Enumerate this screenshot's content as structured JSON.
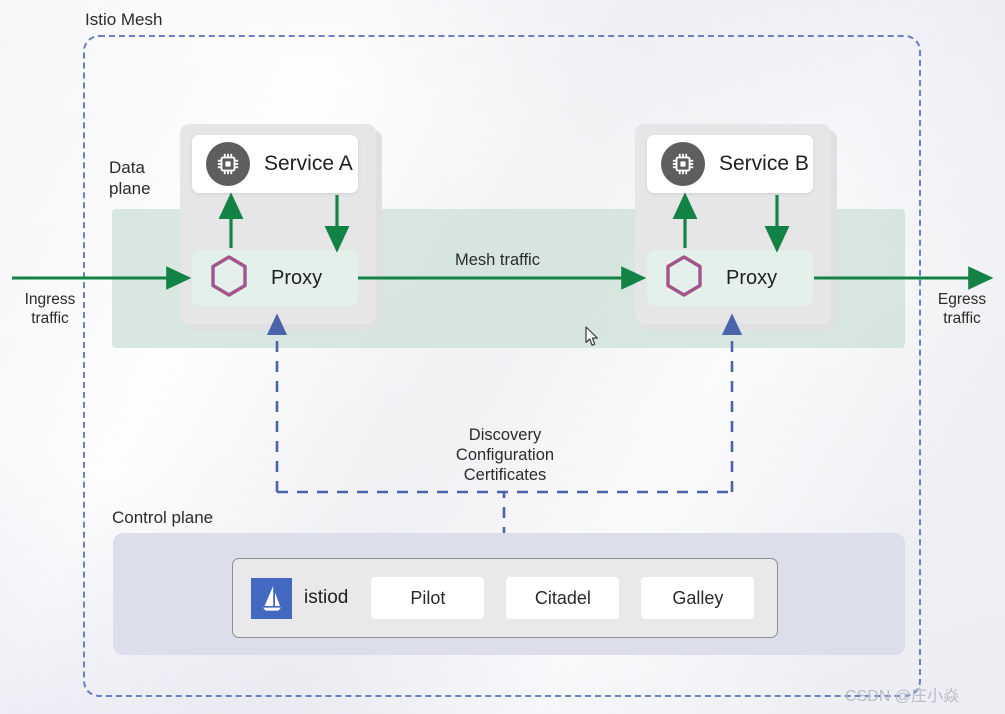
{
  "diagram": {
    "title": "Istio Mesh",
    "mesh_label": "Istio Mesh",
    "data_plane_label": "Data\nplane",
    "control_plane_label": "Control plane",
    "ingress_label": "Ingress\ntraffic",
    "egress_label": "Egress\ntraffic",
    "mesh_traffic_label": "Mesh traffic",
    "xds_label": "Discovery\nConfiguration\nCertificates"
  },
  "services": [
    {
      "name": "Service A",
      "icon": "chip-icon",
      "proxy_label": "Proxy",
      "proxy_icon": "hexagon-icon"
    },
    {
      "name": "Service B",
      "icon": "chip-icon",
      "proxy_label": "Proxy",
      "proxy_icon": "hexagon-icon"
    }
  ],
  "control_plane": {
    "istiod_label": "istiod",
    "istiod_icon": "istio-sailboat-icon",
    "components": [
      "Pilot",
      "Citadel",
      "Galley"
    ]
  },
  "colors": {
    "mesh_border": "#6a7fc4",
    "data_plane_band": "#cfe2d9",
    "traffic_arrow": "#128245",
    "config_arrow": "#4a63ad",
    "proxy_hexagon": "#a4538c",
    "istiod_blue": "#4369c2",
    "control_plane_panel": "#dcdfeb",
    "service_icon": "#5e5e5e",
    "background": "#f4f4f6"
  },
  "watermark": "CSDN @庄小焱"
}
